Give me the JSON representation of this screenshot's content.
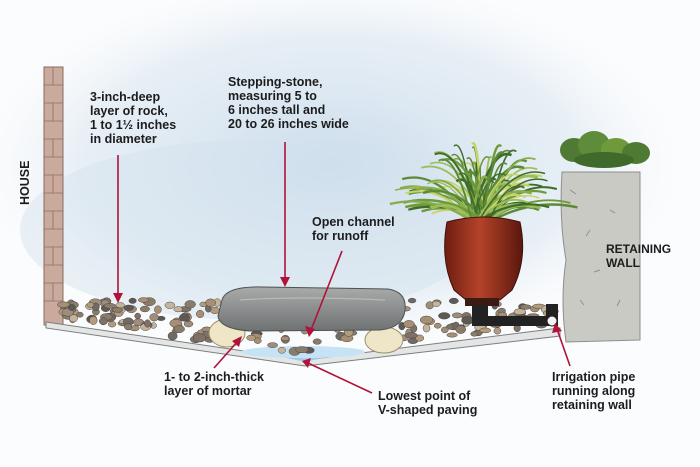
{
  "labels": {
    "house": "HOUSE",
    "rock_layer": "3-inch-deep\nlayer of rock,\n1 to 1½ inches\nin diameter",
    "stepping_stone": "Stepping-stone,\nmeasuring 5 to\n6 inches tall and\n20 to 26 inches wide",
    "open_channel": "Open channel\nfor runoff",
    "retaining_wall": "RETAINING\nWALL",
    "mortar": "1- to 2-inch-thick\nlayer of mortar",
    "lowest_point": "Lowest point of\nV-shaped paving",
    "irrigation_pipe": "Irrigation pipe\nrunning along\nretaining wall"
  },
  "colors": {
    "pointer": "#b0123a",
    "sky_wash": "#d5e3ef",
    "house_wall": "#c8a99c",
    "stone": "#8c8e8e",
    "pot": "#a0351e",
    "foliage": "#6f9a3c",
    "retaining_wall": "#c9cac5",
    "water": "#bfe0f4"
  }
}
